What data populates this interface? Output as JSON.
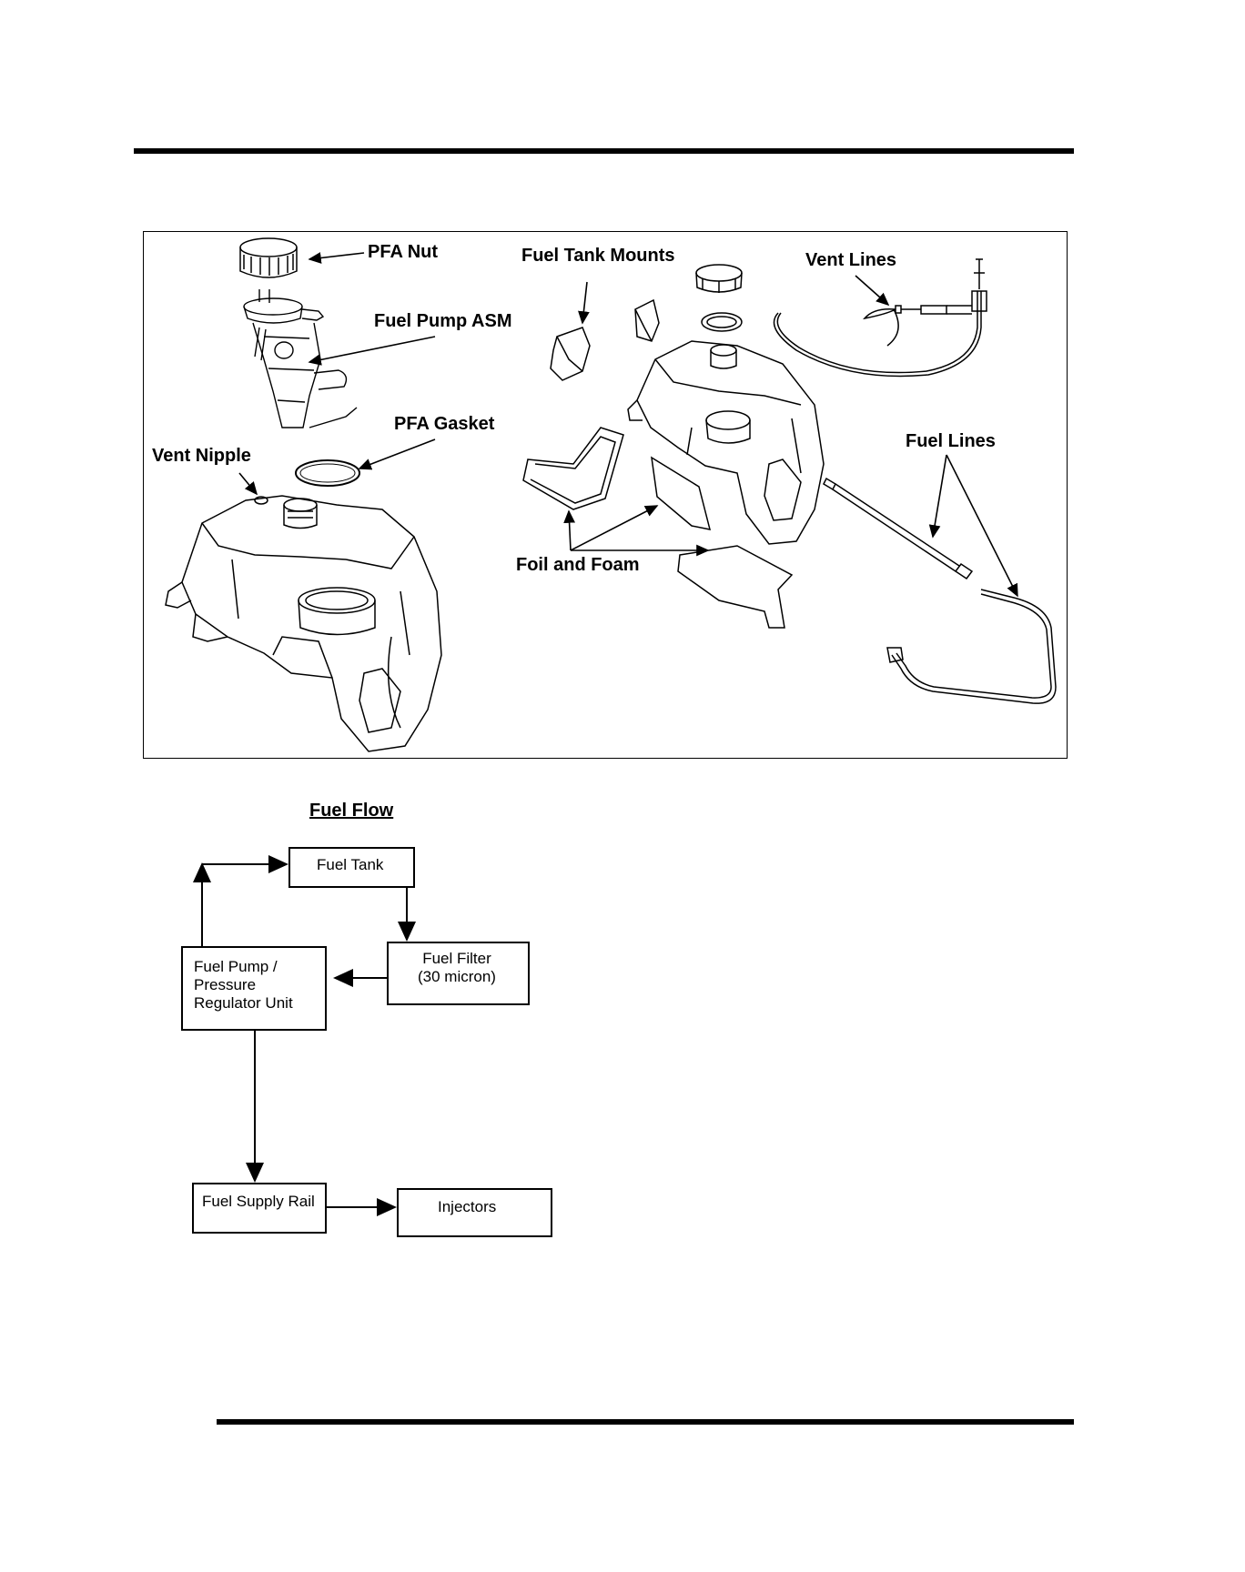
{
  "callouts": {
    "pfa_nut": "PFA Nut",
    "fuel_pump_asm": "Fuel Pump ASM",
    "pfa_gasket": "PFA Gasket",
    "vent_nipple": "Vent Nipple",
    "fuel_tank_mounts": "Fuel Tank Mounts",
    "vent_lines": "Vent Lines",
    "fuel_lines": "Fuel Lines",
    "foil_and_foam": "Foil and Foam"
  },
  "fuel_flow": {
    "title": "Fuel Flow",
    "boxes": {
      "fuel_tank": "Fuel Tank",
      "fuel_filter": "Fuel Filter\n(30 micron)",
      "fuel_pump": "Fuel Pump /\nPressure\nRegulator Unit",
      "fuel_supply_rail": "Fuel Supply Rail",
      "injectors": "Injectors"
    }
  }
}
